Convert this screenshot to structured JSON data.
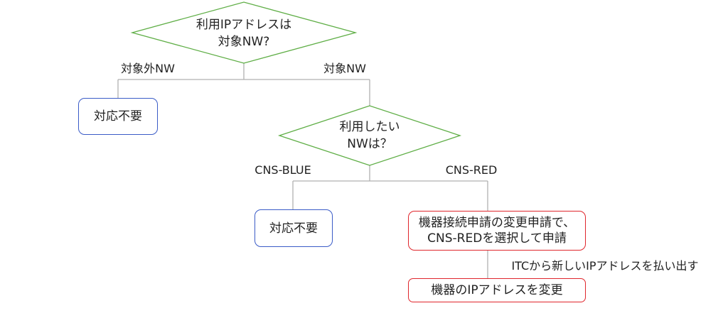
{
  "colors": {
    "decision_border": "#5fae46",
    "action_blue_border": "#3a5bc7",
    "action_red_border": "#e0262c",
    "connector": "#b0b0b0",
    "text": "#222222"
  },
  "decision_1": {
    "line1": "利用IPアドレスは",
    "line2": "対象NW?"
  },
  "branch_1": {
    "left_label": "対象外NW",
    "right_label": "対象NW"
  },
  "action_no_change_1": {
    "label": "対応不要"
  },
  "decision_2": {
    "line1": "利用したい",
    "line2": "NWは？"
  },
  "branch_2": {
    "left_label": "CNS-BLUE",
    "right_label": "CNS-RED"
  },
  "action_no_change_2": {
    "label": "対応不要"
  },
  "action_apply": {
    "line1": "機器接続申請の変更申請で、",
    "line2": "CNS-REDを選択して申請"
  },
  "step_note": {
    "label": "ITCから新しいIPアドレスを払い出す"
  },
  "action_change_ip": {
    "label": "機器のIPアドレスを変更"
  }
}
